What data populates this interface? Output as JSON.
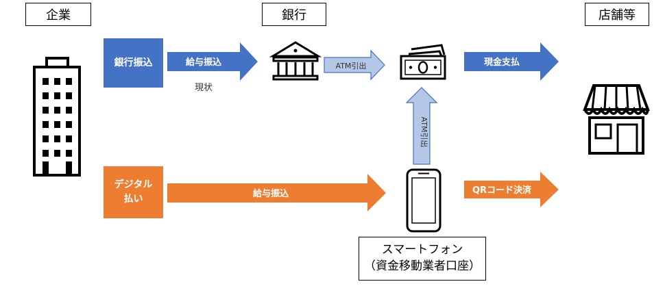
{
  "headers": {
    "company": "企業",
    "bank": "銀行",
    "store": "店舗等"
  },
  "bank_route": {
    "source_label": "銀行振込",
    "arrow_label": "給与振込",
    "current_note": "現状",
    "atm_arrow_label": "ATM引出",
    "payment_label": "現金支払"
  },
  "digital_route": {
    "source_line1": "デジタル",
    "source_line2": "払い",
    "arrow_label": "給与振込",
    "atm_up_label": "ATM引出",
    "payment_label": "QRコード決済"
  },
  "smartphone_caption": {
    "line1": "スマートフォン",
    "line2": "（資金移動業者口座）"
  },
  "colors": {
    "blue": "#4472c4",
    "light_blue": "#b4c7e7",
    "orange": "#ed7d31"
  }
}
